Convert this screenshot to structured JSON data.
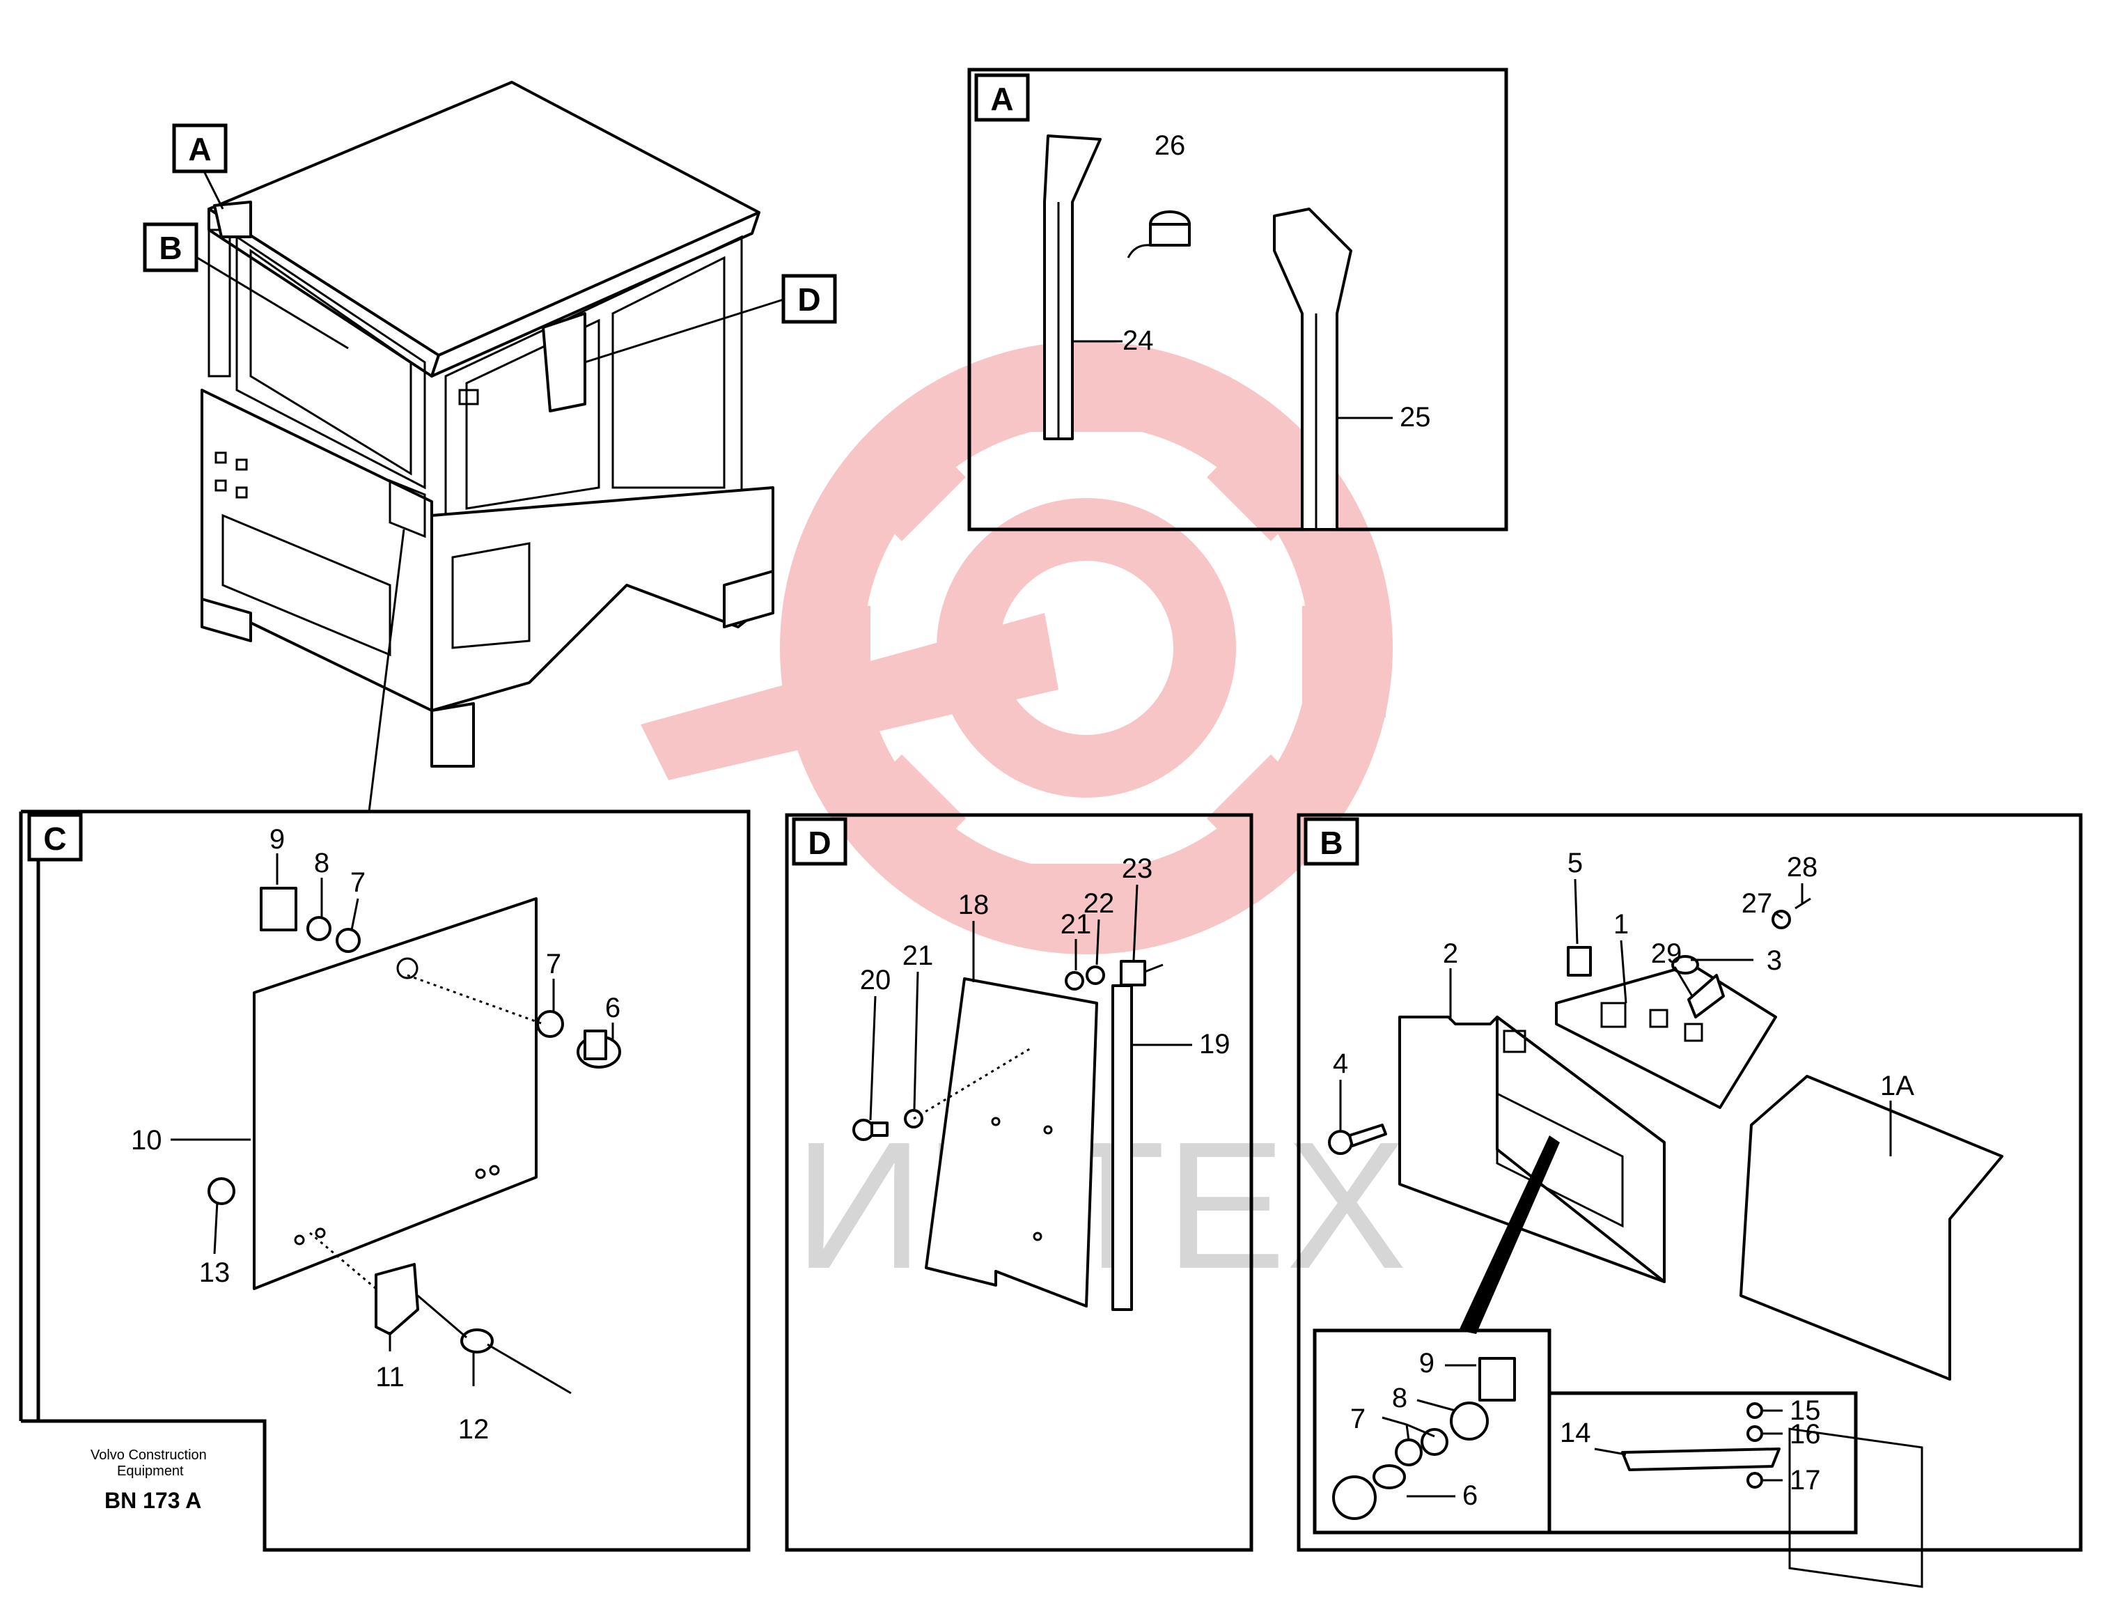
{
  "watermark": {
    "text": "ИНТЕХ",
    "color": "#d6d6d6",
    "logo_color": "#f7c2c2",
    "logo": "gear-wrench-logo"
  },
  "footer": {
    "line1": "Volvo Construction",
    "line2": "Equipment",
    "code": "BN 173 A"
  },
  "overview": {
    "labels": [
      "A",
      "B",
      "D"
    ]
  },
  "panels": {
    "A": {
      "title": "A",
      "parts": [
        "26",
        "24",
        "25"
      ]
    },
    "C": {
      "title": "C",
      "parts": [
        "9",
        "8",
        "7",
        "7",
        "6",
        "10",
        "13",
        "11",
        "12"
      ]
    },
    "D": {
      "title": "D",
      "parts": [
        "18",
        "23",
        "22",
        "21",
        "20",
        "21",
        "19"
      ]
    },
    "B": {
      "title": "B",
      "parts": [
        "5",
        "28",
        "27",
        "1",
        "29",
        "3",
        "2",
        "4",
        "1A"
      ],
      "inset_left": [
        "9",
        "8",
        "7",
        "6"
      ],
      "inset_right": [
        "15",
        "16",
        "14",
        "17"
      ]
    }
  }
}
